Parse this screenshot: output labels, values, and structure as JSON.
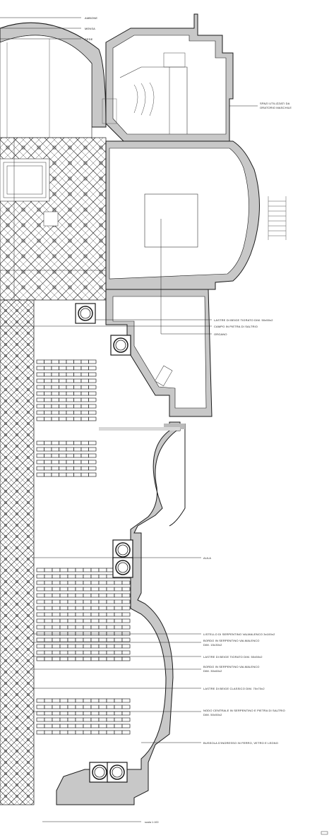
{
  "labels": {
    "ambone": "AMBONE",
    "mensa": "MENSA",
    "sede": "SEDE",
    "spazi_line1": "SPAZI UTILIZZATI DA",
    "spazi_line2": "ORATORIO MASCHILE",
    "lastre_bianco": "LASTRE DI BEIGE TIGRATO DIM. 50x50x2",
    "campo_pietra": "CAMPO IN PIETRA DI SALTRIO",
    "organo": "ORGANO",
    "aula": "AULA",
    "listello": "LISTELLO DI SERPENTINO VALMALENCO 3x100x2",
    "bordo1_line1": "BORDO IN SERPENTINO VALMALENCO",
    "bordo1_line2": "DIM. 15x30x2",
    "lastre_tigrato": "LASTRE DI BEIGE TIGRATO DIM. 50x50x2",
    "bordo2_line1": "BORDO IN SERPENTINO VALMALENCO",
    "bordo2_line2": "DIM. 30x60x2",
    "lastre_classico": "LASTRE DI BEIGE CLASSICO DIM. 70x70x2",
    "nodo_line1": "NODO CENTRALE IN SERPENTINO E PIETRA DI SALTRIO",
    "nodo_line2": "DIM. 50x50x2",
    "bussola": "BUSSOLA D'INGRESSO IN FERRO, VETRO E LEGNO",
    "scale_note": "scala 1:100"
  },
  "colors": {
    "wall": "#c8c8c8",
    "line": "#1a1a1a",
    "paper": "#ffffff"
  }
}
